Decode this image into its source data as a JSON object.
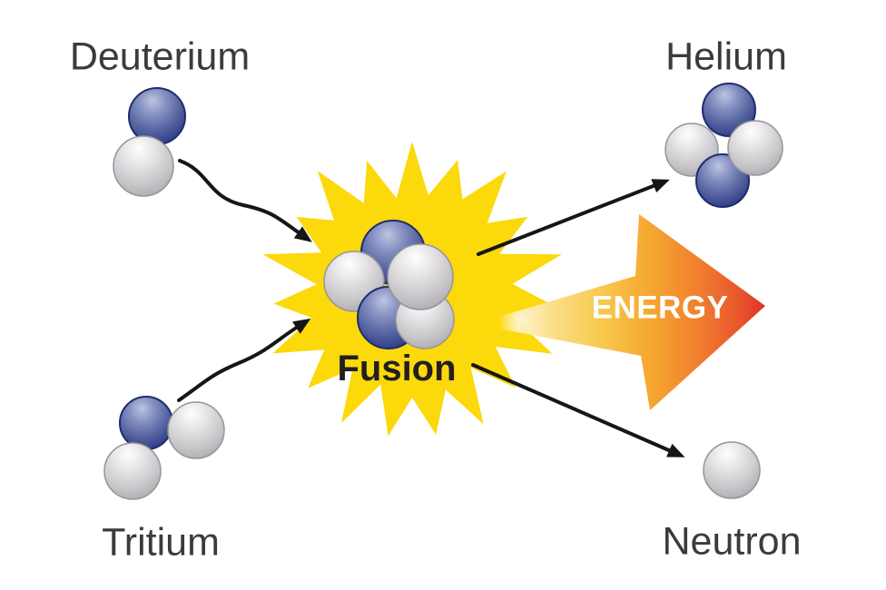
{
  "labels": {
    "deuterium": "Deuterium",
    "tritium": "Tritium",
    "helium": "Helium",
    "neutron": "Neutron",
    "fusion": "Fusion",
    "energy": "ENERGY"
  },
  "reaction": {
    "reactants": [
      {
        "name": "Deuterium",
        "protons": 1,
        "neutrons": 1
      },
      {
        "name": "Tritium",
        "protons": 1,
        "neutrons": 2
      }
    ],
    "process": "Fusion",
    "products": [
      {
        "name": "Helium",
        "protons": 2,
        "neutrons": 2
      },
      {
        "name": "Neutron",
        "protons": 0,
        "neutrons": 1
      }
    ],
    "output": "ENERGY"
  },
  "colors": {
    "background": "#ffffff",
    "star_yellow": "#fbd90b",
    "label_text": "#3b3b3c",
    "fusion_text": "#231f20",
    "energy_text": "#ffffff",
    "line_black": "#161616",
    "proton_blue_light": "#bdc5e0",
    "proton_blue_dark": "#273572",
    "neutron_gray_light": "#ffffff",
    "neutron_gray_dark": "#a8a5aa",
    "energy_tail": "#fdf3cf",
    "energy_mid": "#f5a730",
    "energy_tip": "#df312a"
  }
}
